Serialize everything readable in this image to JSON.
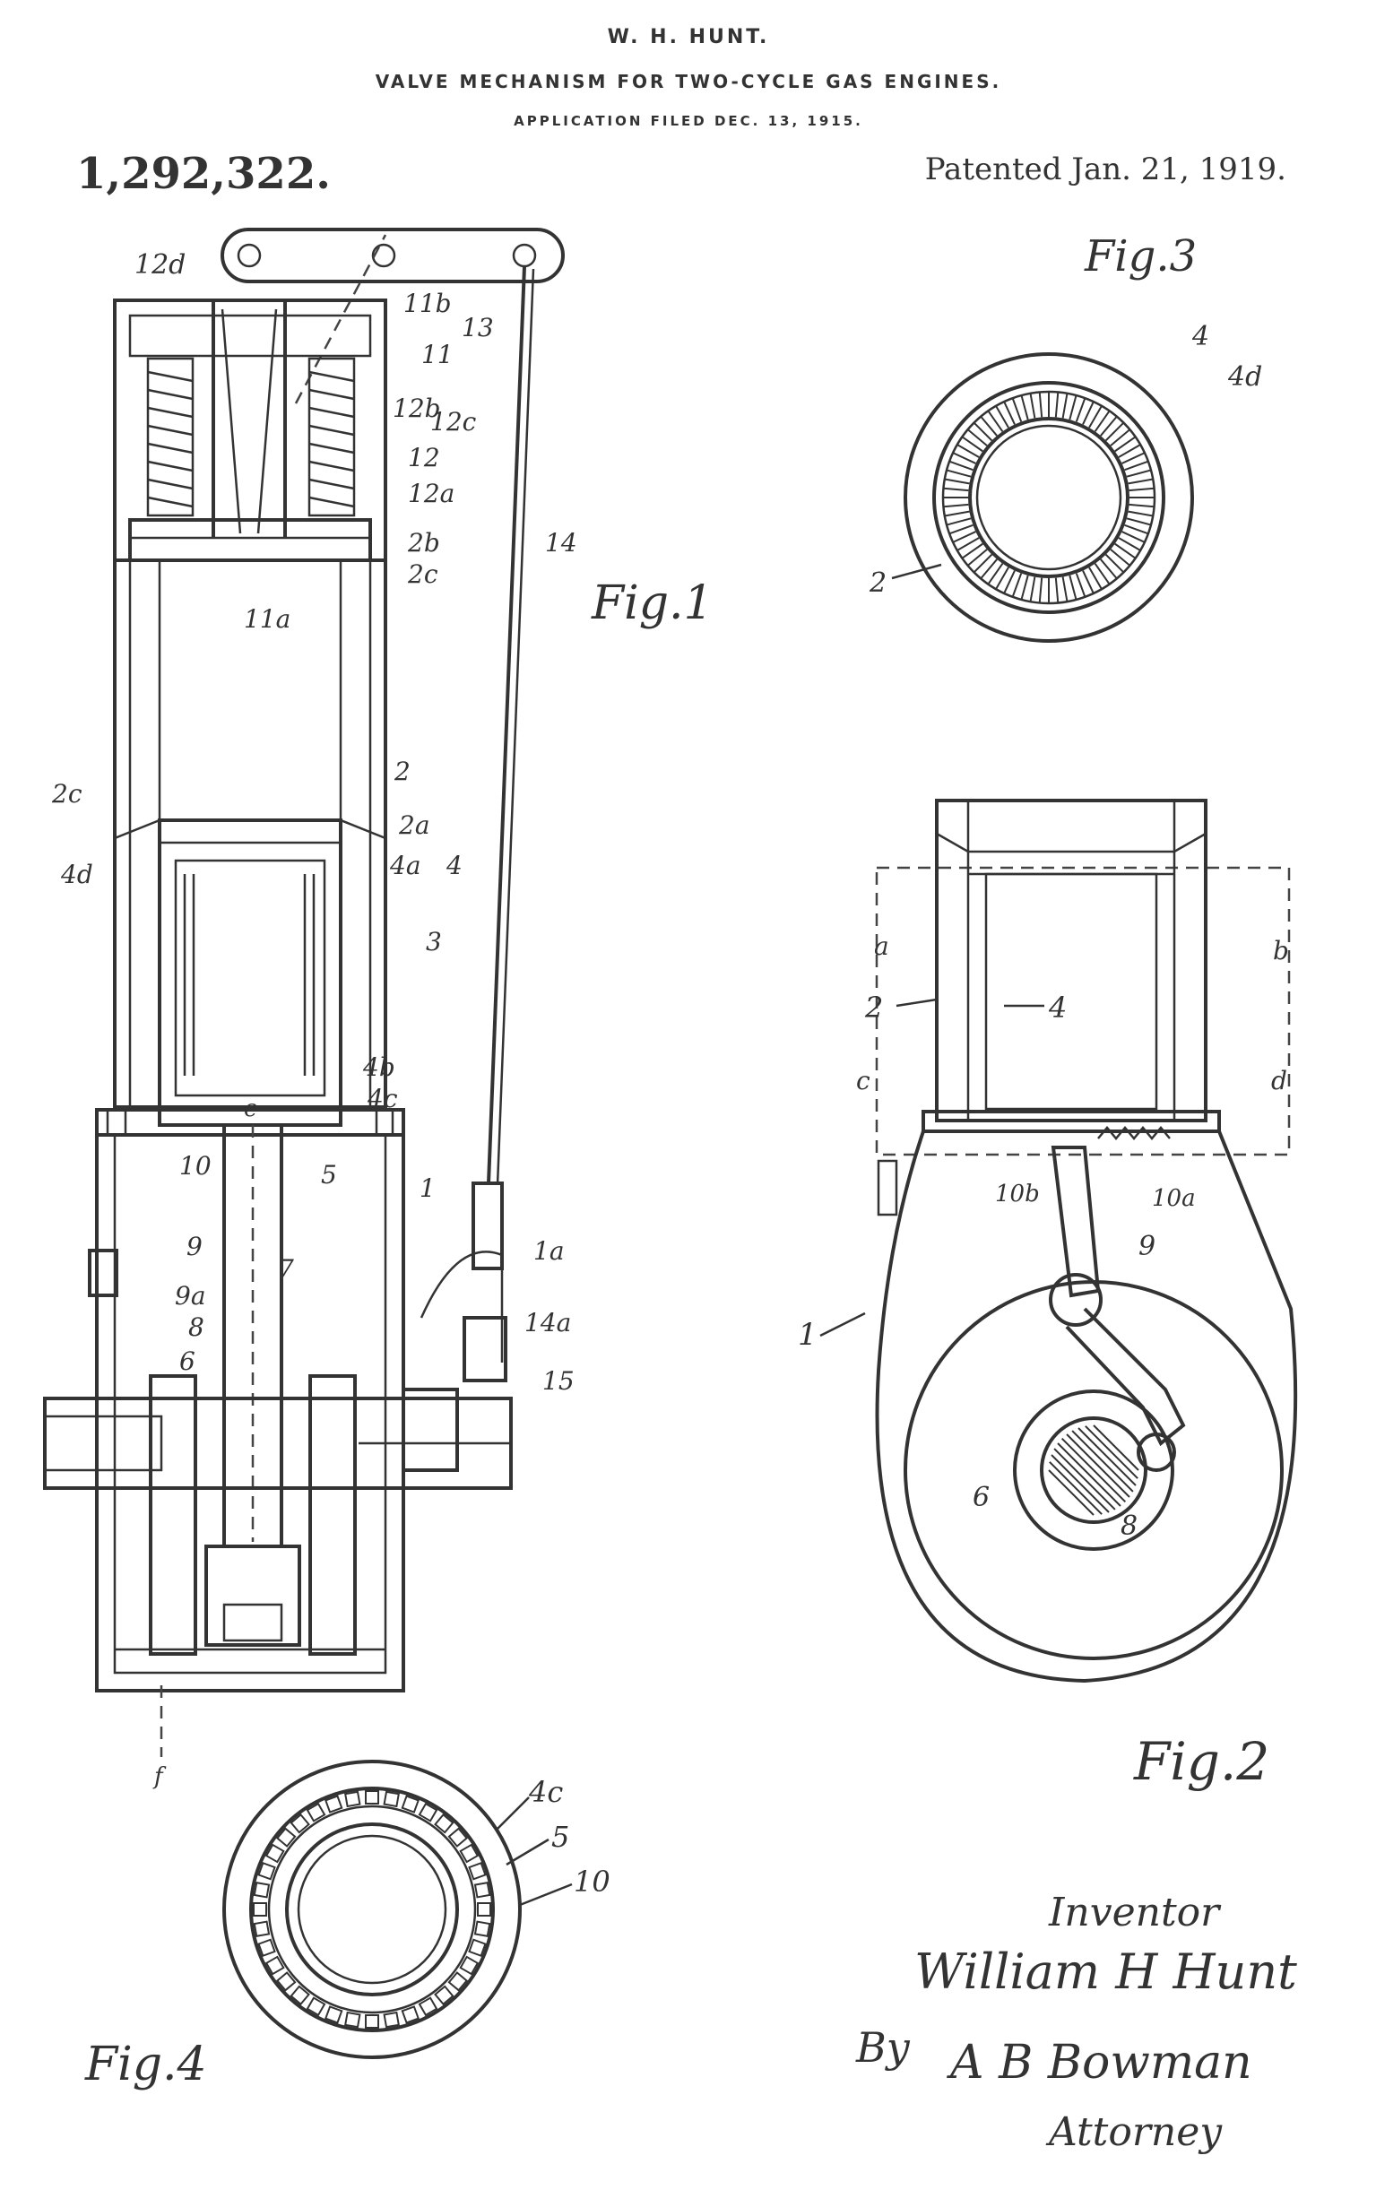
{
  "header": {
    "inventor_line": "W. H. HUNT.",
    "title": "VALVE MECHANISM FOR TWO-CYCLE GAS ENGINES.",
    "filed": "APPLICATION FILED DEC. 13, 1915.",
    "patent_number": "1,292,322.",
    "patented": "Patented Jan. 21, 1919."
  },
  "figures": {
    "fig1": "Fig.1",
    "fig2": "Fig.2",
    "fig3": "Fig.3",
    "fig4": "Fig.4"
  },
  "fig1_labels": {
    "l12d": "12d",
    "l11b": "11b",
    "l13": "13",
    "l11": "11",
    "l12b": "12b",
    "l12c": "12c",
    "l12": "12",
    "l12a": "12a",
    "l2b": "2b",
    "l2c_top": "2c",
    "l14": "14",
    "l11a": "11a",
    "l2": "2",
    "l2c_left": "2c",
    "l2a": "2a",
    "l4d": "4d",
    "l4a": "4a",
    "l4": "4",
    "l3": "3",
    "l4b": "4b",
    "l4c": "4c",
    "le": "e",
    "l10": "10",
    "l5": "5",
    "l1": "1",
    "l1a": "1a",
    "l9": "9",
    "l9a": "9a",
    "l7": "7",
    "l14a": "14a",
    "l8": "8",
    "l6": "6",
    "l15": "15",
    "lf": "f"
  },
  "fig2_labels": {
    "la": "a",
    "lb": "b",
    "l2": "2",
    "l4": "4",
    "lc": "c",
    "ld": "d",
    "l10b": "10b",
    "l10a": "10a",
    "l9": "9",
    "l1": "1",
    "l6": "6",
    "l8": "8"
  },
  "fig3_labels": {
    "l4": "4",
    "l4d": "4d",
    "l2": "2"
  },
  "fig4_labels": {
    "l4c": "4c",
    "l5": "5",
    "l10": "10"
  },
  "signatures": {
    "inventor_caption": "Inventor",
    "inventor_name": "William H Hunt",
    "by": "By",
    "attorney_name": "A B Bowman",
    "attorney_caption": "Attorney"
  }
}
